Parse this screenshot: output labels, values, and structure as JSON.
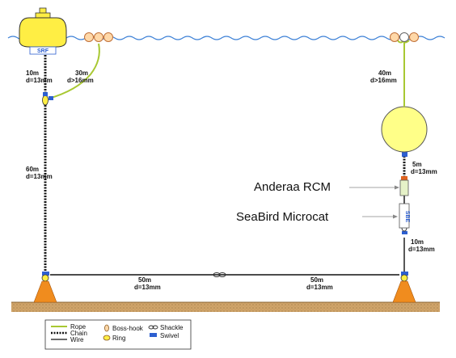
{
  "surface_buoy": {
    "tag": "SRF"
  },
  "segments": {
    "chain_top": {
      "length": "10m",
      "diameter": "d=13mm"
    },
    "rope_left": {
      "length": "30m",
      "diameter": "d>16mm"
    },
    "chain_mid": {
      "length": "60m",
      "diameter": "d=13mm"
    },
    "rope_right": {
      "length": "40m",
      "diameter": "d>16mm"
    },
    "wire_short": {
      "length": "5m",
      "diameter": "d=13mm"
    },
    "chain_right": {
      "length": "10m",
      "diameter": "d=13mm"
    },
    "ground_left": {
      "length": "50m",
      "diameter": "d=13mm"
    },
    "ground_right": {
      "length": "50m",
      "diameter": "d=13mm"
    }
  },
  "instruments": {
    "rcm": {
      "label": "Anderaa RCM"
    },
    "microcat": {
      "label": "SeaBird Microcat",
      "tag": "SBE"
    }
  },
  "legend": {
    "lines": [
      {
        "label": "Rope",
        "color": "#a8c832"
      },
      {
        "label": "Chain",
        "color": "#111111"
      },
      {
        "label": "Wire",
        "color": "#111111"
      }
    ],
    "fittings": [
      {
        "label": "Boss-hook",
        "icon": "boss-hook-icon"
      },
      {
        "label": "Ring",
        "icon": "ring-icon"
      },
      {
        "label": "Shackle",
        "icon": "shackle-icon"
      },
      {
        "label": "Swivel",
        "icon": "swivel-icon"
      }
    ]
  },
  "colors": {
    "sea": "#3a7fd6",
    "buoy": "#ffee44",
    "float": "#ffff88",
    "rope": "#a8c832",
    "anchor": "#f08c1e",
    "seabed": "#cfa46a",
    "swivel": "#2d5fd0",
    "rcm_cap": "#e06420"
  }
}
